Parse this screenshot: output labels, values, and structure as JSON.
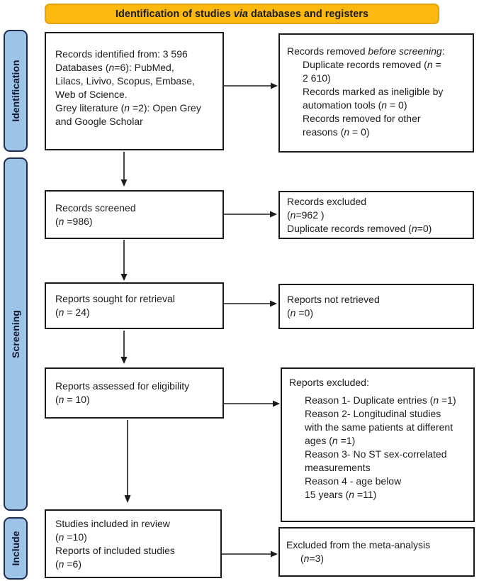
{
  "banner": {
    "text": "Identification of studies <i>via</i> databases and registers"
  },
  "stages": [
    {
      "label": "Identification"
    },
    {
      "label": "Screening"
    },
    {
      "label": "Include"
    }
  ],
  "boxes": {
    "records_identified": {
      "text": "Records identified from: 3 596\nDatabases (<i>n</i>=6):  PubMed,\nLilacs, Livivo, Scopus, Embase,\nWeb of Science.\nGrey literature (<i>n</i> =2): Open Grey\nand Google Scholar"
    },
    "records_removed": {
      "text": "Records removed <i>before screening</i>:",
      "indent": "Duplicate records removed (<i>n</i> =\n2 610)\nRecords marked as ineligible by\nautomation tools (<i>n</i> = 0)\nRecords removed for other\nreasons (<i>n</i> = 0)"
    },
    "records_screened": {
      "text": "Records screened\n(<i>n</i> =986)"
    },
    "records_excluded": {
      "text": "Records excluded\n(<i>n</i>=962 )\nDuplicate records removed (<i>n</i>=0)"
    },
    "reports_sought": {
      "text": "Reports sought for retrieval\n(<i>n</i> = 24)"
    },
    "reports_not_retrieved": {
      "text": "Reports not retrieved\n(<i>n</i> =0)"
    },
    "reports_assessed": {
      "text": "Reports assessed for eligibility\n(<i>n</i> = 10)"
    },
    "reports_excluded": {
      "text": "Reports excluded:",
      "indent": "Reason 1- Duplicate entries (<i>n</i> =1)\nReason 2- Longitudinal studies\nwith the same patients at different\nages (<i>n</i> =1)\nReason 3- No ST sex-correlated\nmeasurements\nReason 4 - age below\n15 years (<i>n</i> =11)"
    },
    "studies_included": {
      "text": "Studies included in review\n(<i>n</i> =10)\nReports of included studies\n(<i>n</i> =6)"
    },
    "excluded_meta": {
      "text": "Excluded from the meta-analysis",
      "indent": "(<i>n</i>=3)"
    }
  },
  "colors": {
    "banner_fill": "#FBB80F",
    "banner_border": "#E3A309",
    "stage_fill": "#9DC3E6",
    "stage_border": "#1F2D50",
    "box_border": "#1A1A1A",
    "arrow": "#1A1A1A"
  }
}
